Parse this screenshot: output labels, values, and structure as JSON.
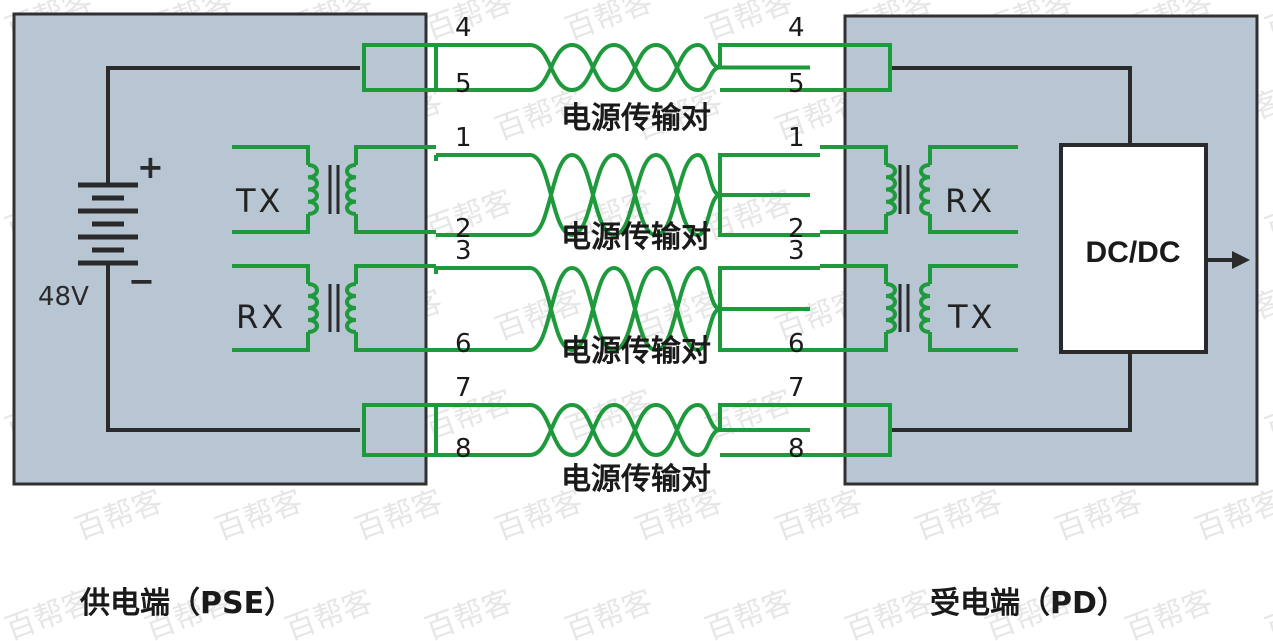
{
  "left_panel": {
    "caption": "供电端（PSE）",
    "battery_voltage": "48V",
    "plus": "+",
    "minus": "−",
    "tx_label": "TX",
    "rx_label": "RX"
  },
  "right_panel": {
    "caption": "受电端（PD）",
    "rx_label": "RX",
    "tx_label": "TX",
    "converter_label": "DC/DC"
  },
  "pairs": [
    {
      "pins": [
        "4",
        "5"
      ],
      "label": "电源传输对"
    },
    {
      "pins": [
        "1",
        "2"
      ],
      "label": "电源传输对"
    },
    {
      "pins": [
        "3",
        "6"
      ],
      "label": "电源传输对"
    },
    {
      "pins": [
        "7",
        "8"
      ],
      "label": "电源传输对"
    }
  ],
  "watermark": "百帮客",
  "colors": {
    "panel_fill": "#b8c6d4",
    "panel_border": "#303030",
    "wire_green": "#1e9a3c",
    "circuit_line": "#2a2a2a"
  }
}
